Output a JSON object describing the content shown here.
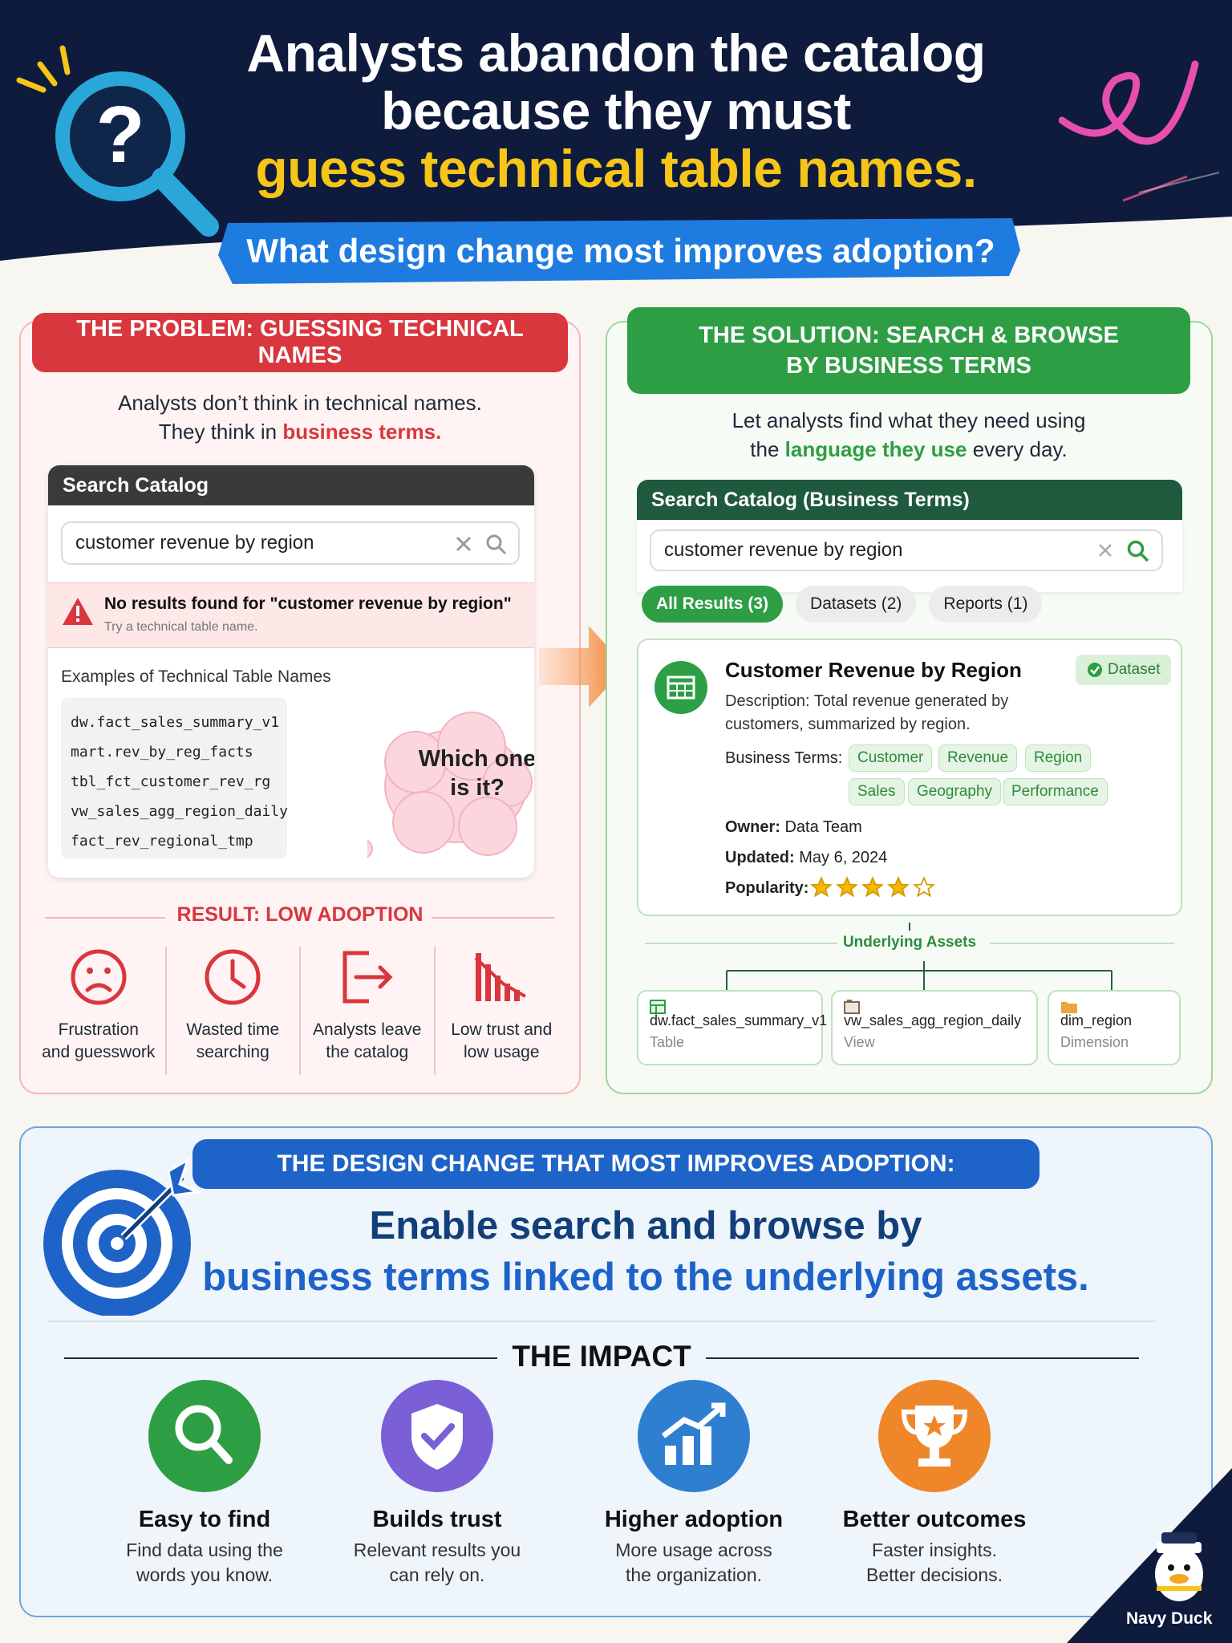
{
  "header": {
    "title_line1": "Analysts abandon the catalog",
    "title_line2": "because they must",
    "title_line3": "guess technical table names.",
    "subtitle": "What design change most improves adoption?"
  },
  "problem": {
    "title": "THE PROBLEM: GUESSING TECHNICAL NAMES",
    "intro_line1": "Analysts don’t think in technical names.",
    "intro_line2_prefix": "They think in ",
    "intro_line2_highlight": "business terms.",
    "card_title": "Search Catalog",
    "search_value": "customer revenue by region",
    "no_results": "No results found for \"customer revenue by region\"",
    "no_results_hint": "Try a technical table name.",
    "examples_title": "Examples of Technical Table Names",
    "examples": [
      "dw.fact_sales_summary_v1",
      "mart.rev_by_reg_facts",
      "tbl_fct_customer_rev_rg",
      "vw_sales_agg_region_daily",
      "fact_rev_regional_tmp"
    ],
    "thought_line1": "Which one",
    "thought_line2": "is it?",
    "result_label": "RESULT: LOW ADOPTION",
    "effects": [
      {
        "line1": "Frustration",
        "line2": "and guesswork",
        "icon": "sad-face-icon"
      },
      {
        "line1": "Wasted time",
        "line2": "searching",
        "icon": "clock-icon"
      },
      {
        "line1": "Analysts leave",
        "line2": "the catalog",
        "icon": "exit-icon"
      },
      {
        "line1": "Low trust and",
        "line2": "low usage",
        "icon": "declining-chart-icon"
      }
    ],
    "colors": {
      "accent": "#d9363e"
    }
  },
  "solution": {
    "title_line1": "THE SOLUTION: SEARCH & BROWSE",
    "title_line2": "BY BUSINESS TERMS",
    "intro_line1": "Let analysts find what they need using",
    "intro_line2_prefix": "the ",
    "intro_line2_highlight": "language they use",
    "intro_line2_suffix": " every day.",
    "card_title": "Search Catalog (Business Terms)",
    "search_value": "customer revenue by region",
    "tabs": [
      "All Results (3)",
      "Datasets (2)",
      "Reports (1)"
    ],
    "result": {
      "title": "Customer Revenue by Region",
      "badge": "Dataset",
      "description_label": "Description:",
      "description": " Total revenue generated by customers, summarized by region.",
      "terms_label": "Business Terms:",
      "terms": [
        "Customer",
        "Revenue",
        "Region",
        "Sales",
        "Geography",
        "Performance"
      ],
      "owner_label": "Owner:",
      "owner": " Data Team",
      "updated_label": "Updated:",
      "updated": " May 6, 2024",
      "popularity_label": "Popularity:",
      "popularity": 4,
      "popularity_max": 5
    },
    "assets_label": "Underlying Assets",
    "assets": [
      {
        "name": "dw.fact_sales_summary_v1",
        "type": "Table",
        "icon": "table-icon"
      },
      {
        "name": "vw_sales_agg_region_daily",
        "type": "View",
        "icon": "view-icon"
      },
      {
        "name": "dim_region",
        "type": "Dimension",
        "icon": "folder-icon"
      }
    ],
    "colors": {
      "accent": "#2e9e44",
      "dark": "#1f5a3f"
    }
  },
  "design_change": {
    "banner": "THE DESIGN CHANGE THAT MOST IMPROVES ADOPTION:",
    "line1": "Enable search and browse by",
    "line2": "business terms linked to the underlying assets.",
    "impact_title": "THE IMPACT",
    "impacts": [
      {
        "title": "Easy to find",
        "line1": "Find data using the",
        "line2": "words you know.",
        "icon": "search-icon",
        "color": "#2e9e44"
      },
      {
        "title": "Builds trust",
        "line1": "Relevant results you",
        "line2": "can rely on.",
        "icon": "shield-check-icon",
        "color": "#7a5fd6"
      },
      {
        "title": "Higher adoption",
        "line1": "More usage across",
        "line2": "the organization.",
        "icon": "growth-chart-icon",
        "color": "#2f7fd1"
      },
      {
        "title": "Better outcomes",
        "line1": "Faster insights.",
        "line2": "Better decisions.",
        "icon": "trophy-icon",
        "color": "#f0862a"
      }
    ]
  },
  "brand": {
    "name": "Navy Duck"
  }
}
